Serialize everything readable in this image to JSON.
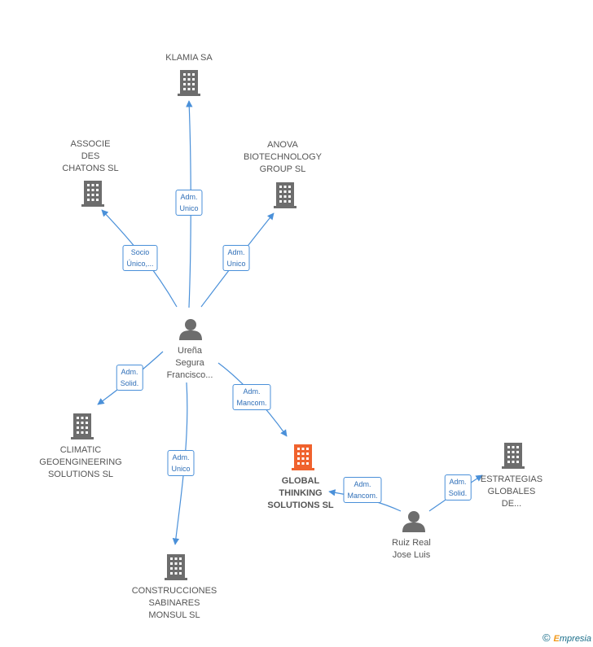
{
  "colors": {
    "edge": "#4a90d9",
    "building": "#6d6d6d",
    "focus_building": "#f0622d",
    "person": "#6d6d6d"
  },
  "nodes": {
    "klamia": {
      "label": "KLAMIA SA",
      "icon": "building-icon"
    },
    "associe": {
      "label": "ASSOCIE\nDES\nCHATONS SL",
      "icon": "building-icon"
    },
    "anova": {
      "label": "ANOVA\nBIOTECHNOLOGY\nGROUP SL",
      "icon": "building-icon"
    },
    "urena": {
      "label": "Ureña\nSegura\nFrancisco...",
      "icon": "person-icon"
    },
    "climatic": {
      "label": "CLIMATIC\nGEOENGINEERING\nSOLUTIONS SL",
      "icon": "building-icon"
    },
    "global": {
      "label": "GLOBAL\nTHINKING\nSOLUTIONS SL",
      "icon": "building-icon"
    },
    "construcciones": {
      "label": "CONSTRUCCIONES\nSABINARES\nMONSUL SL",
      "icon": "building-icon"
    },
    "estrategias": {
      "label": "ESTRATEGIAS\nGLOBALES\nDE...",
      "icon": "building-icon"
    },
    "ruiz": {
      "label": "Ruiz Real\nJose Luis",
      "icon": "person-icon"
    }
  },
  "edges": {
    "to_klamia": "Adm.\nUnico",
    "to_associe": "Socio\nÚnico,...",
    "to_anova": "Adm.\nUnico",
    "to_climatic": "Adm.\nSolid.",
    "to_global": "Adm.\nMancom.",
    "to_construcciones": "Adm.\nUnico",
    "ruiz_to_global": "Adm.\nMancom.",
    "ruiz_to_estrategias": "Adm.\nSolid."
  },
  "footer": {
    "copyright_symbol": "©",
    "brand_e": "E",
    "brand_rest": "mpresia"
  }
}
